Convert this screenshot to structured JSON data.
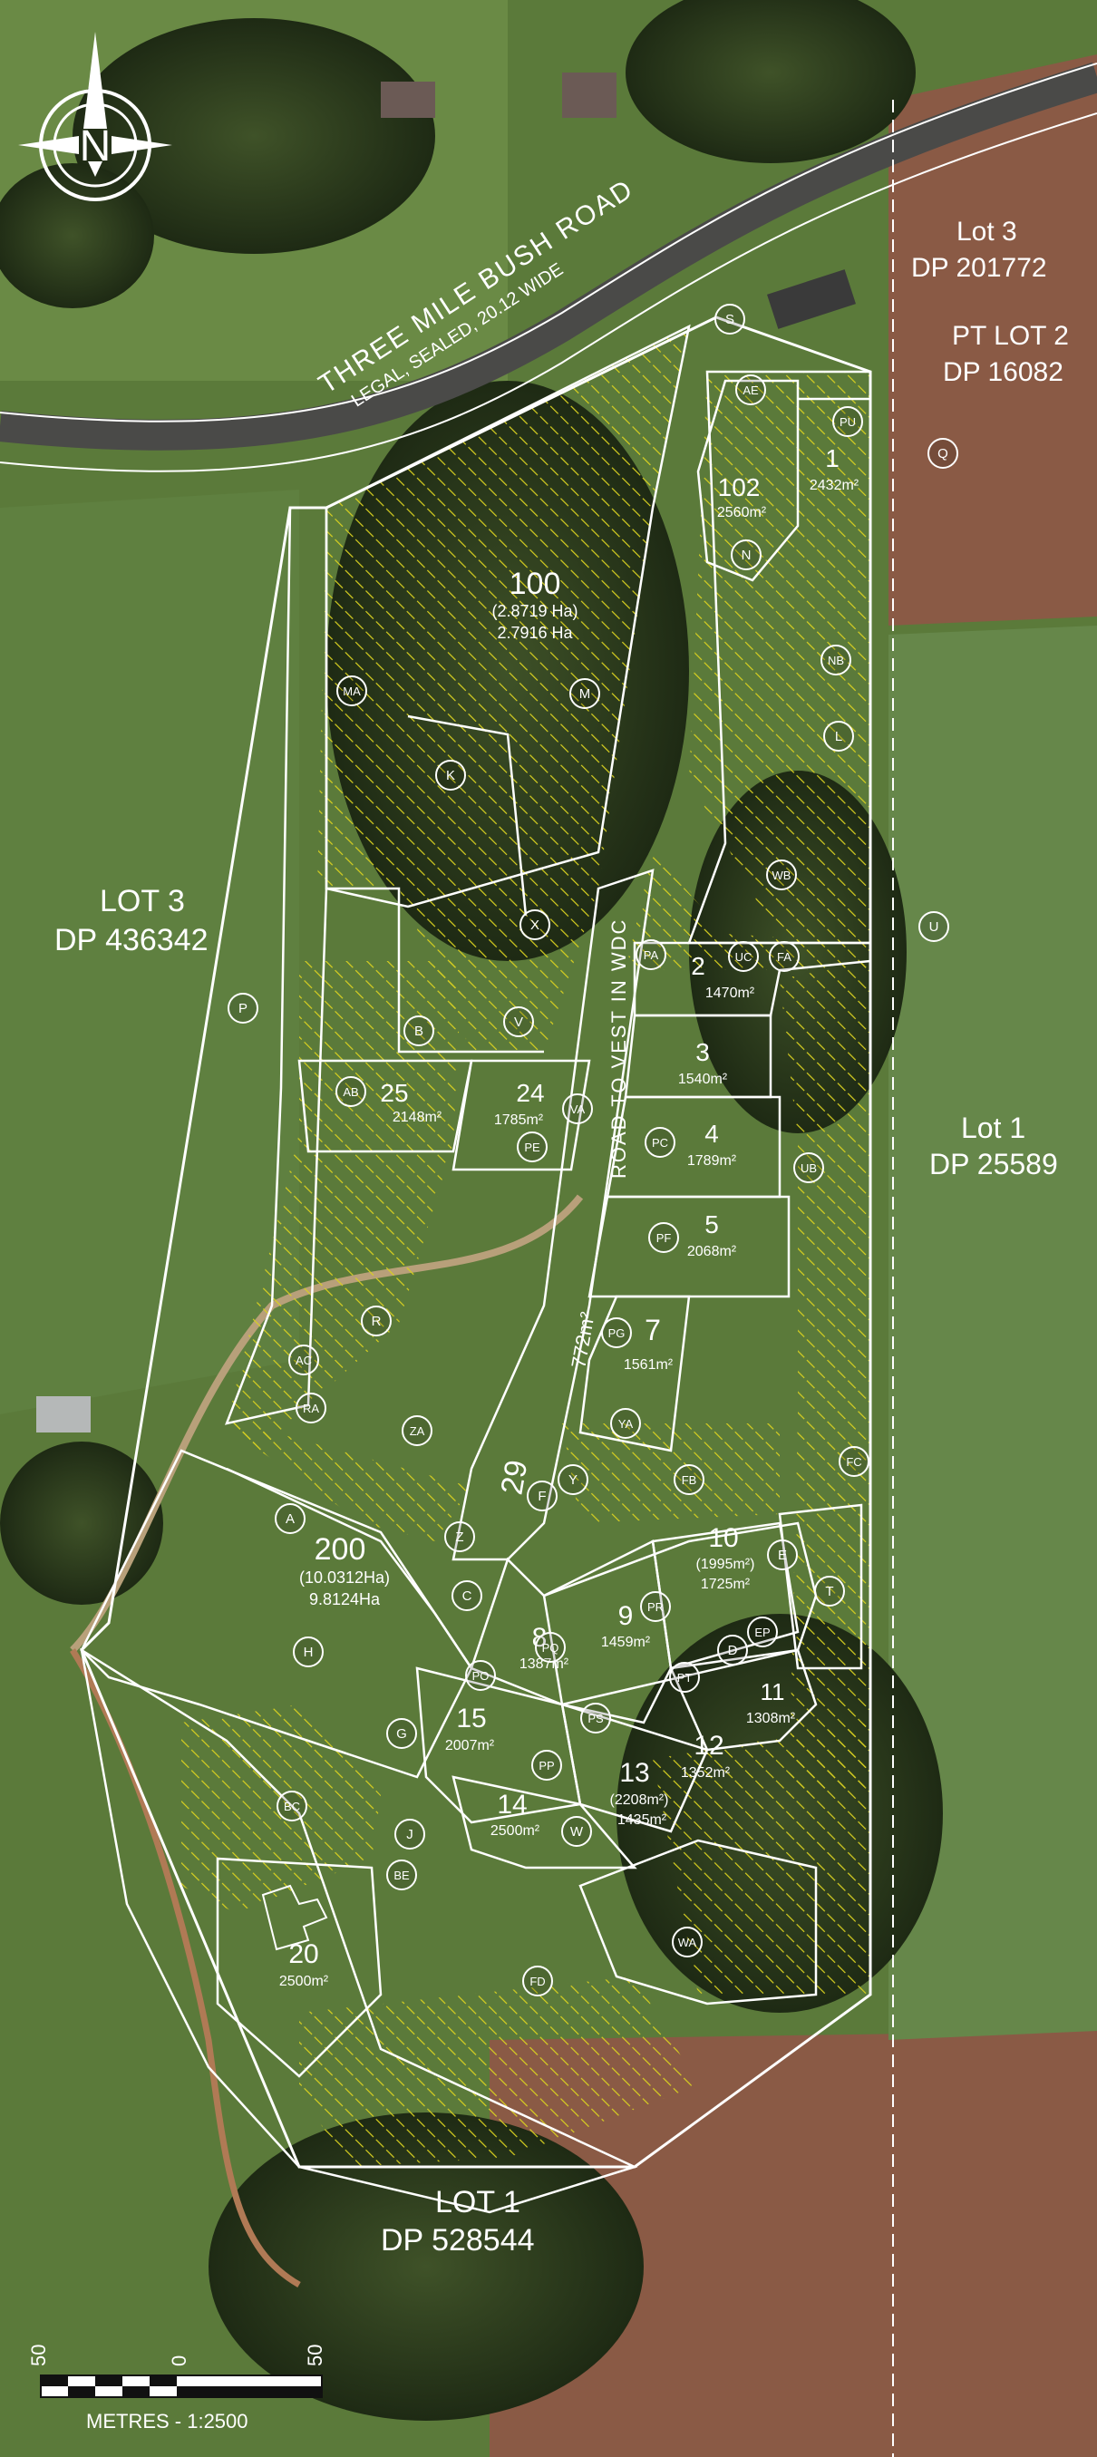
{
  "map": {
    "road": {
      "name": "THREE MILE BUSH ROAD",
      "desc": "LEGAL, SEALED, 20.12 WIDE",
      "vest": "ROAD TO VEST IN WDC",
      "vest_length": "772m²",
      "vest_lot": "29"
    },
    "adjacent": [
      {
        "lot": "Lot 3",
        "dp": "DP 201772"
      },
      {
        "lot": "PT LOT 2",
        "dp": "DP 16082"
      },
      {
        "lot": "LOT 3",
        "dp": "DP 436342"
      },
      {
        "lot": "Lot 1",
        "dp": "DP 25589"
      },
      {
        "lot": "LOT 1",
        "dp": "DP 528544"
      }
    ],
    "lots": [
      {
        "num": "100",
        "area_a": "(2.8719 Ha)",
        "area_b": "2.7916 Ha"
      },
      {
        "num": "102",
        "area_a": "2560m²"
      },
      {
        "num": "1",
        "area_a": "2432m²"
      },
      {
        "num": "2",
        "area_a": "1470m²"
      },
      {
        "num": "3",
        "area_a": "1540m²"
      },
      {
        "num": "4",
        "area_a": "1789m²"
      },
      {
        "num": "5",
        "area_a": "2068m²"
      },
      {
        "num": "7",
        "area_a": "1561m²"
      },
      {
        "num": "25",
        "area_a": "2148m²"
      },
      {
        "num": "24",
        "area_a": "1785m²"
      },
      {
        "num": "200",
        "area_a": "(10.0312Ha)",
        "area_b": "9.8124Ha"
      },
      {
        "num": "8",
        "area_a": "1387m²"
      },
      {
        "num": "9",
        "area_a": "1459m²"
      },
      {
        "num": "10",
        "area_a": "(1995m²)",
        "area_b": "1725m²"
      },
      {
        "num": "11",
        "area_a": "1308m²"
      },
      {
        "num": "12",
        "area_a": "1352m²"
      },
      {
        "num": "13",
        "area_a": "(2208m²)",
        "area_b": "1435m²"
      },
      {
        "num": "15",
        "area_a": "2007m²"
      },
      {
        "num": "14",
        "area_a": "2500m²"
      },
      {
        "num": "20",
        "area_a": "2500m²"
      }
    ],
    "easements": [
      "S",
      "AE",
      "PU",
      "Q",
      "N",
      "MA",
      "M",
      "NB",
      "K",
      "L",
      "WB",
      "U",
      "X",
      "PA",
      "UC",
      "FA",
      "B",
      "V",
      "P",
      "AB",
      "VA",
      "PE",
      "PC",
      "PF",
      "UB",
      "R",
      "PG",
      "AC",
      "RA",
      "YA",
      "ZA",
      "Y",
      "FB",
      "FC",
      "A",
      "F",
      "E",
      "Z",
      "T",
      "C",
      "PR",
      "EP",
      "PQ",
      "D",
      "H",
      "PO",
      "PT",
      "G",
      "PS",
      "PP",
      "W",
      "BC",
      "J",
      "BE",
      "FD",
      "WA"
    ],
    "scale": {
      "left": "50",
      "mid": "0",
      "right": "50",
      "caption": "METRES - 1:2500"
    },
    "north": "N"
  },
  "colors": {
    "grass": "#5b7a3a",
    "bush": "#2f3a1f",
    "paddock": "#8a5a45",
    "hatch": "#d8d020",
    "boundary": "#ffffff"
  }
}
